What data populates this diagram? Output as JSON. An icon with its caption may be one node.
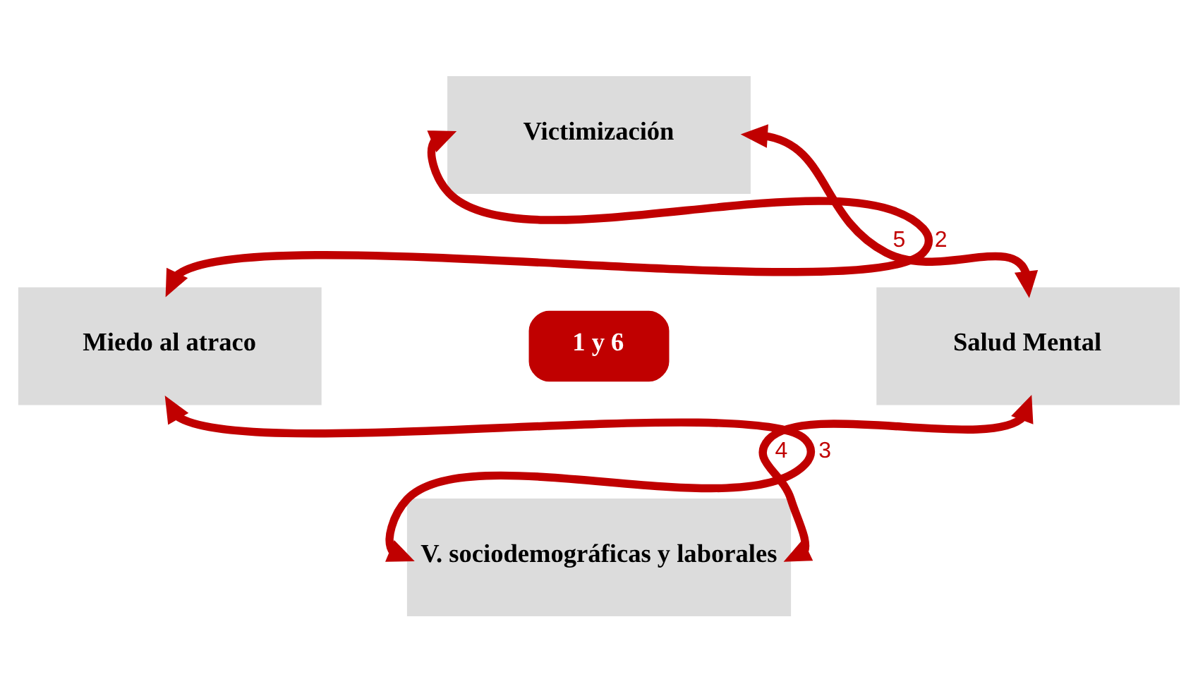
{
  "diagram": {
    "nodes": [
      {
        "text": [
          "Victimización"
        ]
      },
      {
        "text": [
          "Miedo al atraco"
        ]
      },
      {
        "text": [
          "1 y 6"
        ]
      },
      {
        "text": [
          "Salud Mental"
        ]
      },
      {
        "text": [
          "V. sociodemográficas y laborales"
        ]
      }
    ],
    "edges": [
      {
        "from": 1,
        "to": 0,
        "arrow": "both",
        "label": "2"
      },
      {
        "from": 0,
        "to": 3,
        "arrow": "both",
        "label": "5"
      },
      {
        "from": 1,
        "to": 4,
        "arrow": "both",
        "label": "3"
      },
      {
        "from": 4,
        "to": 3,
        "arrow": "both",
        "label": "4"
      }
    ]
  }
}
